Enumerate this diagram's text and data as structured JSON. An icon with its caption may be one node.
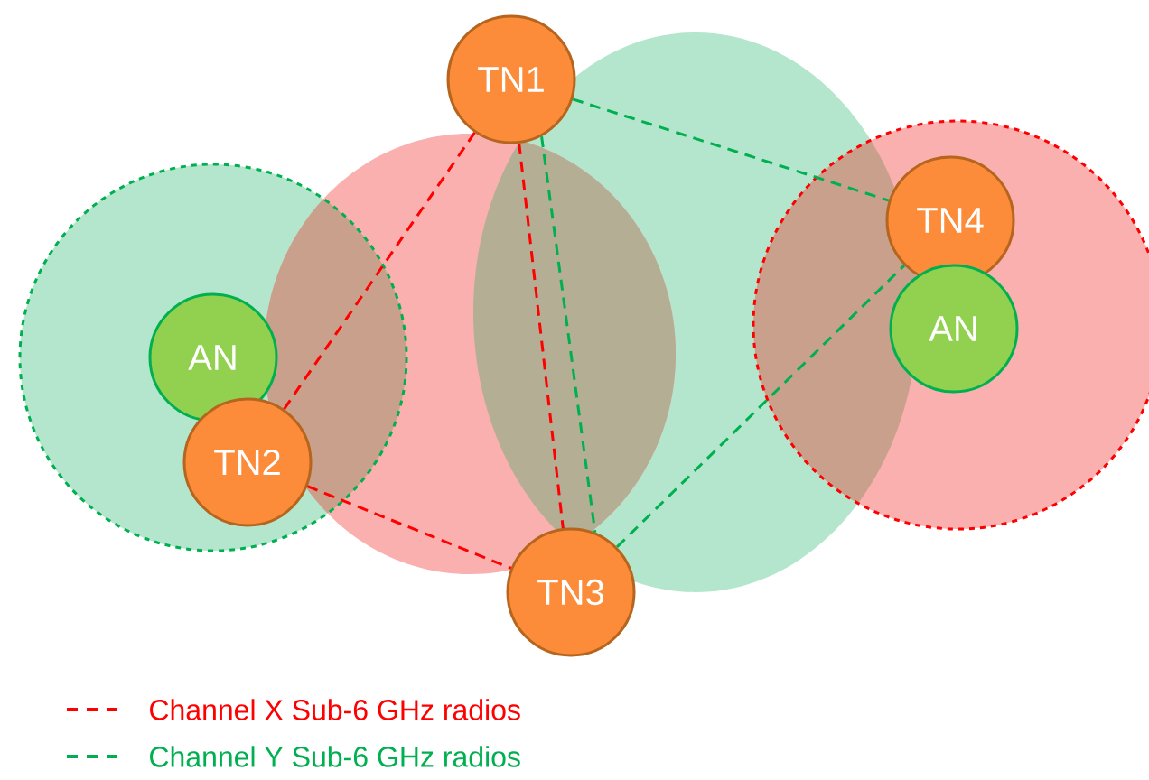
{
  "diagram": {
    "nodes": [
      {
        "text": [
          "TN1"
        ]
      },
      {
        "text": [
          "TN4"
        ]
      },
      {
        "text": [
          "AN"
        ]
      },
      {
        "text": [
          "AN"
        ]
      },
      {
        "text": [
          "TN2"
        ]
      },
      {
        "text": [
          "TN3"
        ]
      }
    ],
    "edges": [
      {
        "from": 0,
        "to": 4,
        "arrow": "none",
        "style": "dashed",
        "color": "#ff0000"
      },
      {
        "from": 0,
        "to": 5,
        "arrow": "none",
        "style": "dashed",
        "color": "#ff0000"
      },
      {
        "from": 4,
        "to": 5,
        "arrow": "none",
        "style": "dashed",
        "color": "#ff0000"
      },
      {
        "from": 0,
        "to": 5,
        "arrow": "none",
        "style": "dashed",
        "color": "#00b050"
      },
      {
        "from": 0,
        "to": 1,
        "arrow": "none",
        "style": "dashed",
        "color": "#00b050"
      },
      {
        "from": 5,
        "to": 1,
        "arrow": "none",
        "style": "dashed",
        "color": "#00b050"
      }
    ],
    "legend": [
      {
        "text": "Channel X Sub-6 GHz radios",
        "color": "#ff0000"
      },
      {
        "text": "Channel Y Sub-6 GHz radios",
        "color": "#00b050"
      }
    ]
  }
}
